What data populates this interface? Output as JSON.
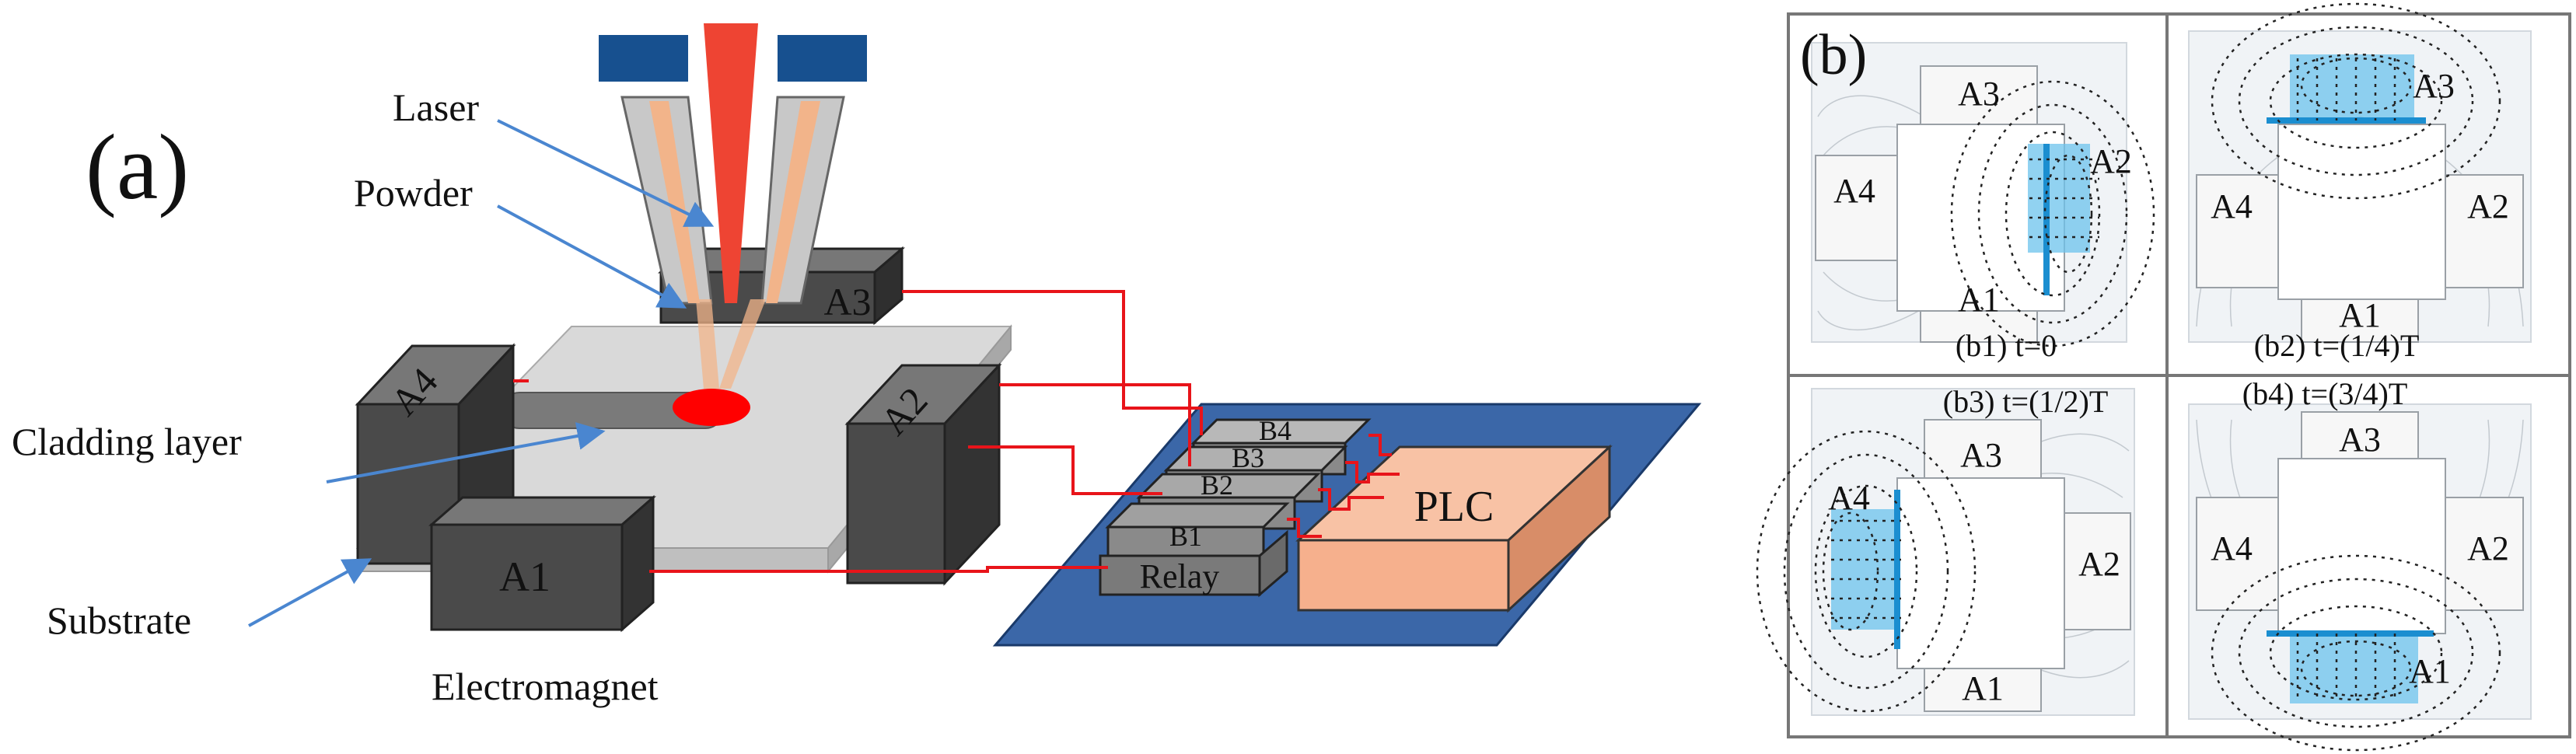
{
  "panel_a": {
    "panel_label": "(a)",
    "labels": {
      "laser": "Laser",
      "powder": "Powder",
      "cladding_layer": "Cladding layer",
      "substrate": "Substrate",
      "electromagnet": "Electromagnet"
    },
    "magnets": {
      "a1": "A1",
      "a2": "A2",
      "a3": "A3",
      "a4": "A4"
    },
    "relays": {
      "b1": "B1",
      "b2": "B2",
      "b3": "B3",
      "b4": "B4",
      "relay": "Relay"
    },
    "plc": "PLC"
  },
  "panel_b": {
    "panel_label": "(b)",
    "captions": {
      "b1": "(b1) t=0",
      "b2": "(b2) t=(1/4)T",
      "b3": "(b3) t=(1/2)T",
      "b4": "(b4) t=(3/4)T"
    },
    "magnet_labels": {
      "a1": "A1",
      "a2": "A2",
      "a3": "A3",
      "a4": "A4"
    }
  },
  "colors": {
    "laser_beam": "#ee4433",
    "nozzle_cap": "#17508f",
    "powder_stream": "#f2b48a",
    "magnet_body": "#4a4a4a",
    "substrate": "#d9d9d9",
    "melt_pool": "#ff0000",
    "wire": "#e8141a",
    "platform": "#3b67a8",
    "relay_block": "#8a8a8a",
    "plc_block": "#f6b08d",
    "field_highlight": "#6cc3ec",
    "arrow": "#4a86d0"
  }
}
